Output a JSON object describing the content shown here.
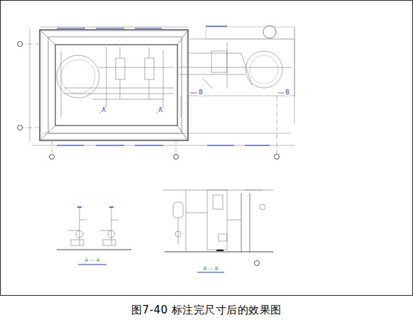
{
  "diagram": {
    "caption": "图7-40  标注完尺寸后的效果图",
    "labels": [
      "A",
      "A",
      "B",
      "B",
      "A — A",
      "B — B"
    ]
  }
}
